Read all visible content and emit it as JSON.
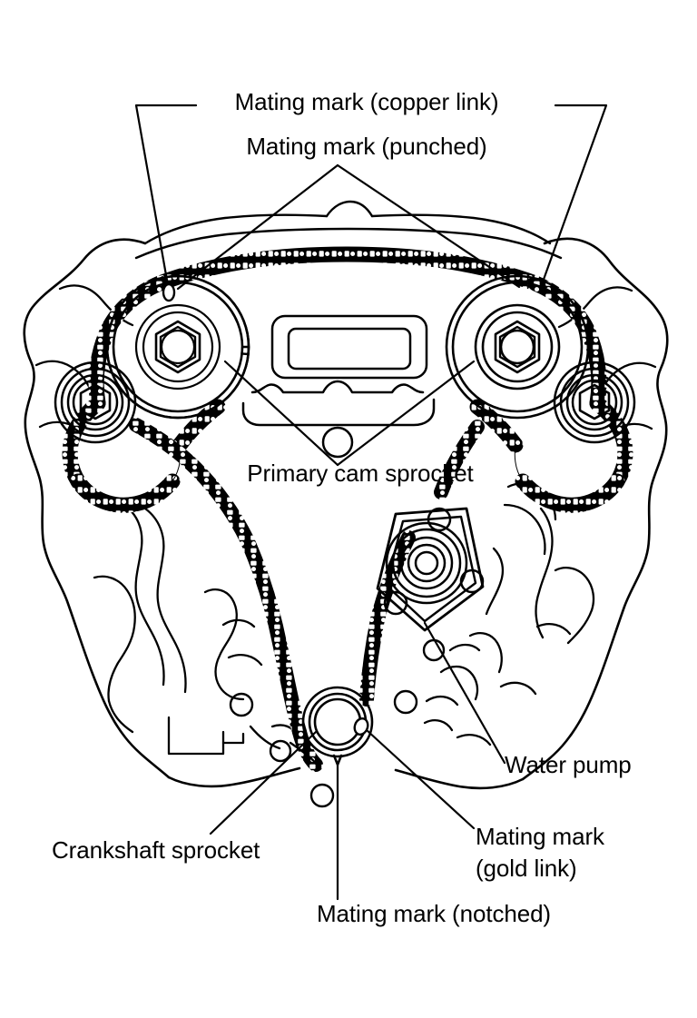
{
  "diagram": {
    "title": "Engine timing chain assembly",
    "subject": "V6 timing chain, cam sprockets, crankshaft sprocket and water pump",
    "line_color": "#000000",
    "background_color": "#ffffff",
    "stroke_style": "black line art, no fill"
  },
  "labels": {
    "mating_mark_copper": "Mating mark (copper link)",
    "mating_mark_punched": "Mating mark (punched)",
    "primary_cam_sprocket": "Primary cam sprocket",
    "water_pump": "Water pump",
    "crankshaft_sprocket": "Crankshaft sprocket",
    "mating_mark_gold_line1": "Mating mark",
    "mating_mark_gold_line2": "(gold link)",
    "mating_mark_notched": "Mating mark (notched)"
  },
  "components": {
    "primary_cam_sprocket_left": "primary-cam-sprocket-left",
    "primary_cam_sprocket_right": "primary-cam-sprocket-right",
    "secondary_sprocket_left": "secondary-sprocket-left",
    "secondary_sprocket_right": "secondary-sprocket-right",
    "water_pump_sprocket": "water-pump-sprocket",
    "crankshaft_sprocket": "crankshaft-sprocket",
    "timing_chain_primary": "timing-chain-primary",
    "timing_chain_left_bank": "timing-chain-left-bank",
    "timing_chain_right_bank": "timing-chain-right-bank",
    "engine_block_outline": "engine-block-outline",
    "center_cover_plate": "center-cover-plate"
  },
  "mating_marks": {
    "copper_link": "copper link on chain at left cam sprocket",
    "punched": "punched mark on cam sprockets",
    "gold_link": "gold link on chain near crankshaft",
    "notched": "notch on crankshaft sprocket"
  }
}
